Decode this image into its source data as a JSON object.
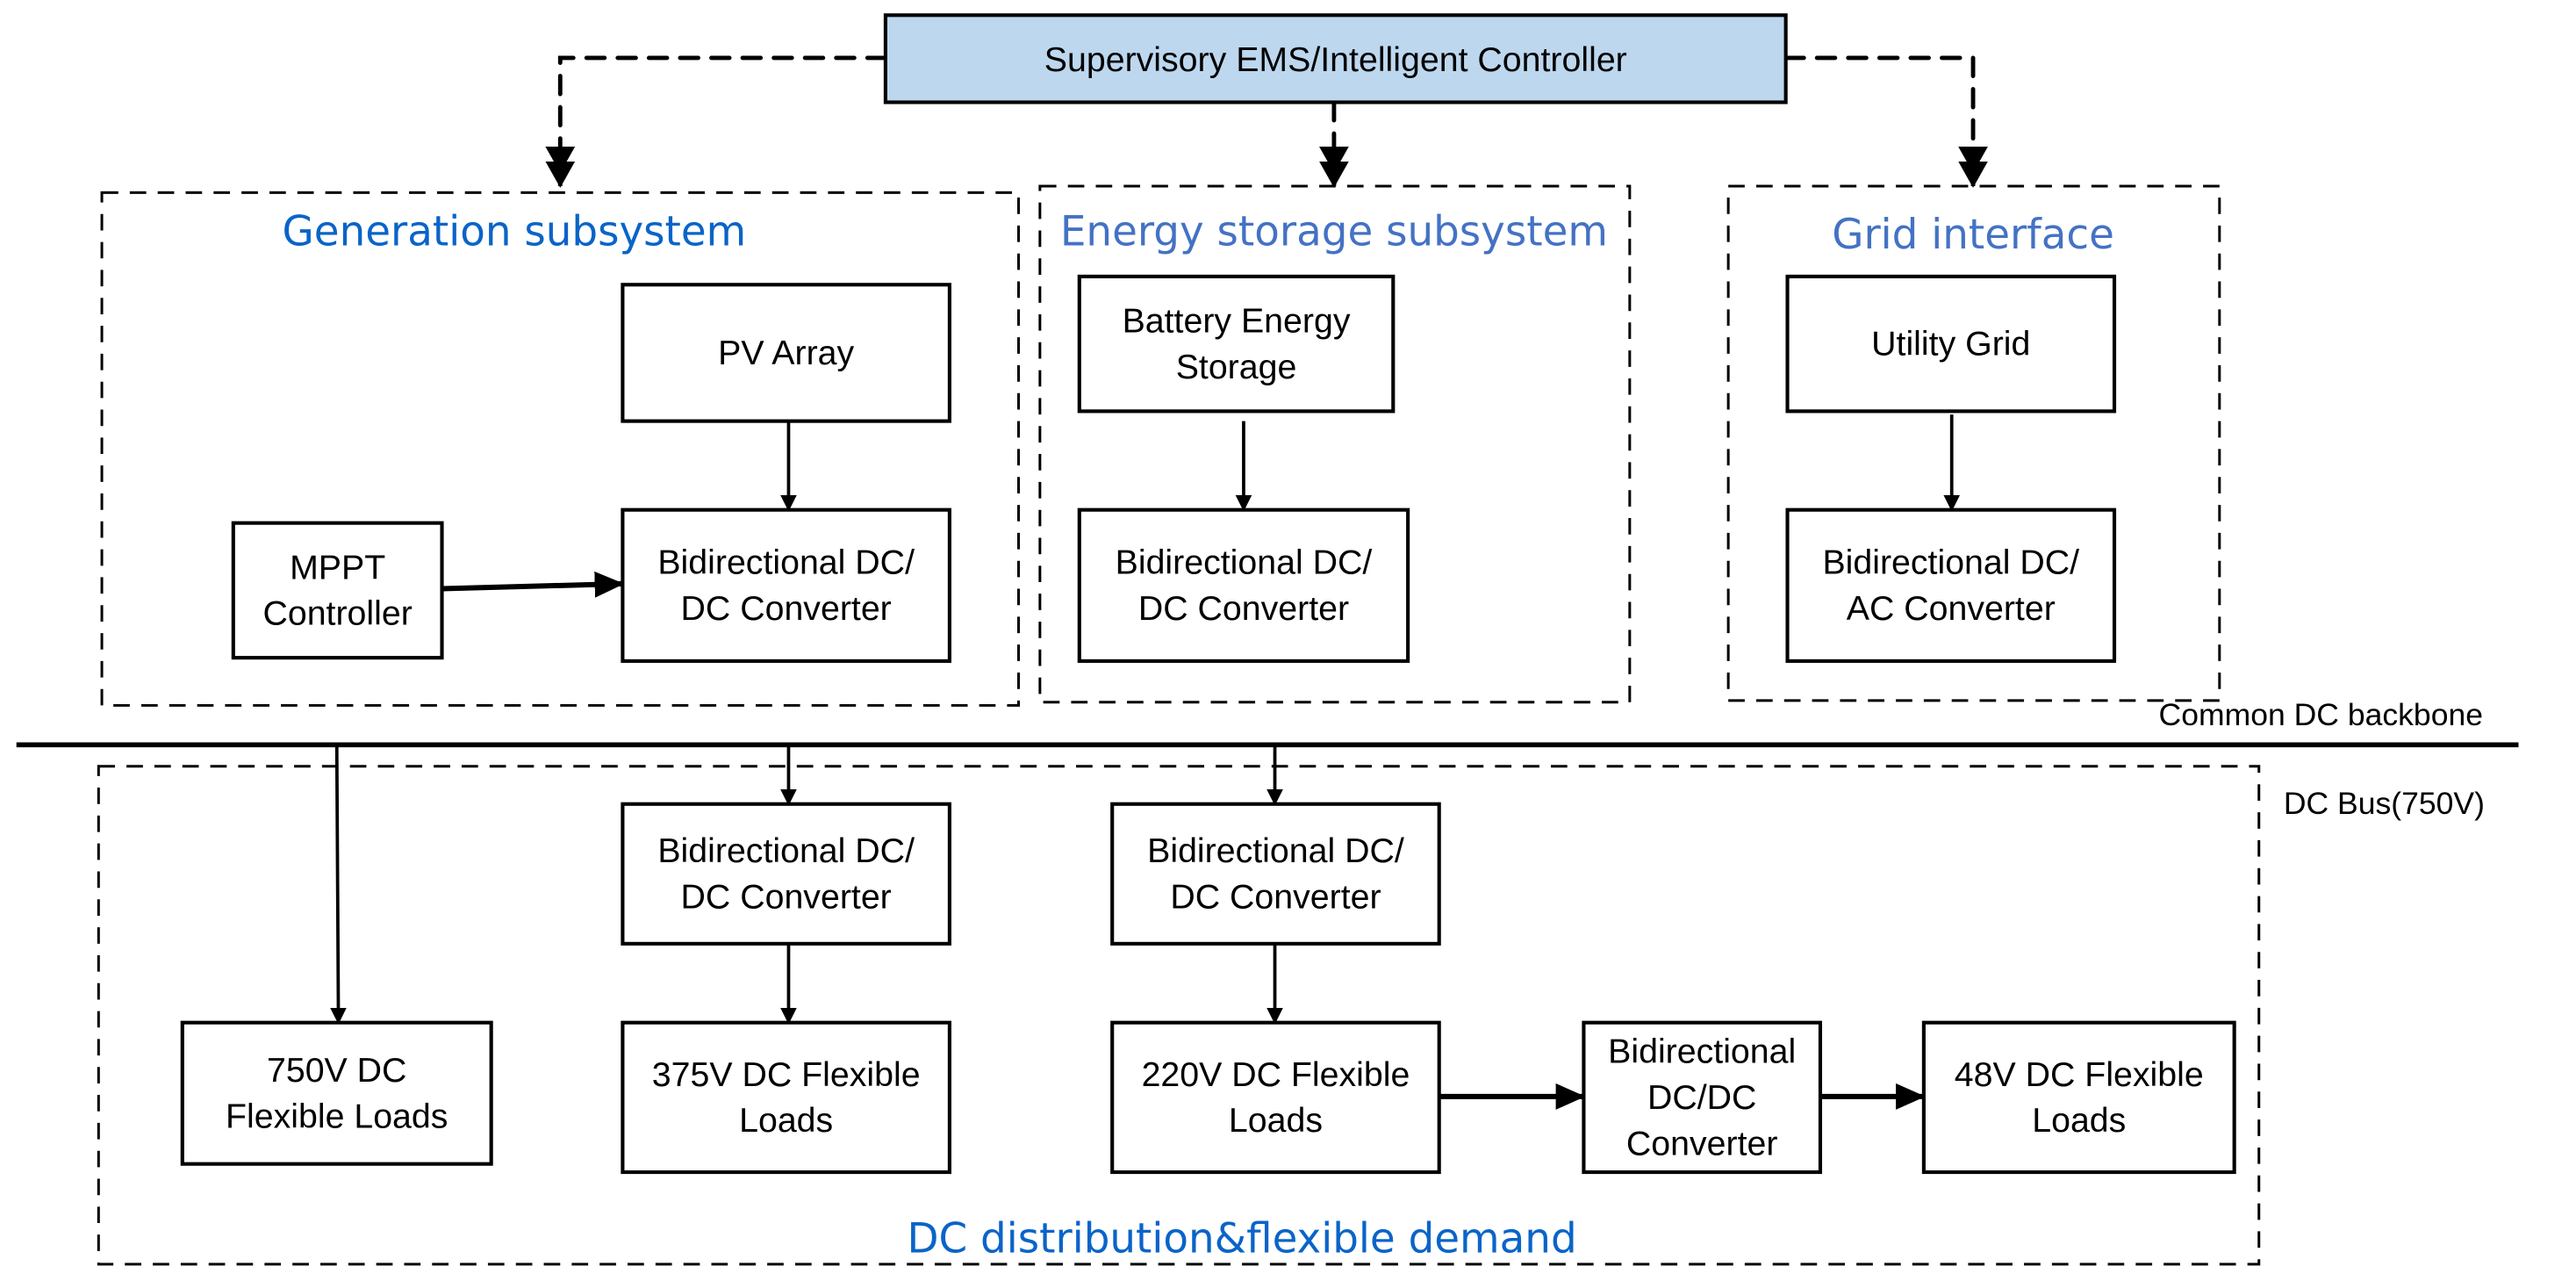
{
  "colors": {
    "ems_fill": "#BDD7EE",
    "title_blue_dark": "#0A64C8",
    "title_blue_light": "#4472C4",
    "line": "#000000"
  },
  "ems": {
    "label": "Supervisory EMS/Intelligent Controller"
  },
  "groups": {
    "generation": {
      "title": "Generation subsystem"
    },
    "storage": {
      "title": "Energy storage subsystem"
    },
    "grid": {
      "title": "Grid interface"
    },
    "distribution": {
      "title": "DC distribution&flexible demand"
    }
  },
  "nodes": {
    "pv_array": {
      "lines": [
        "PV Array"
      ]
    },
    "mppt": {
      "lines": [
        "MPPT",
        "Controller"
      ]
    },
    "gen_converter": {
      "lines": [
        "Bidirectional DC/",
        "DC Converter"
      ]
    },
    "battery": {
      "lines": [
        "Battery Energy",
        "Storage"
      ]
    },
    "storage_converter": {
      "lines": [
        "Bidirectional DC/",
        "DC Converter"
      ]
    },
    "utility_grid": {
      "lines": [
        "Utility Grid"
      ]
    },
    "grid_converter": {
      "lines": [
        "Bidirectional DC/",
        "AC Converter"
      ]
    },
    "dist_converter_375": {
      "lines": [
        "Bidirectional DC/",
        "DC Converter"
      ]
    },
    "dist_converter_220": {
      "lines": [
        "Bidirectional DC/",
        "DC Converter"
      ]
    },
    "load_750": {
      "lines": [
        "750V DC",
        "Flexible Loads"
      ]
    },
    "load_375": {
      "lines": [
        "375V DC Flexible",
        "Loads"
      ]
    },
    "load_220": {
      "lines": [
        "220V DC Flexible",
        "Loads"
      ]
    },
    "converter_48": {
      "lines": [
        "Bidirectional",
        "DC/DC",
        "Converter"
      ]
    },
    "load_48": {
      "lines": [
        "48V DC Flexible",
        "Loads"
      ]
    }
  },
  "bus": {
    "backbone_label": "Common DC backbone",
    "bus_label": "DC Bus(750V)"
  }
}
